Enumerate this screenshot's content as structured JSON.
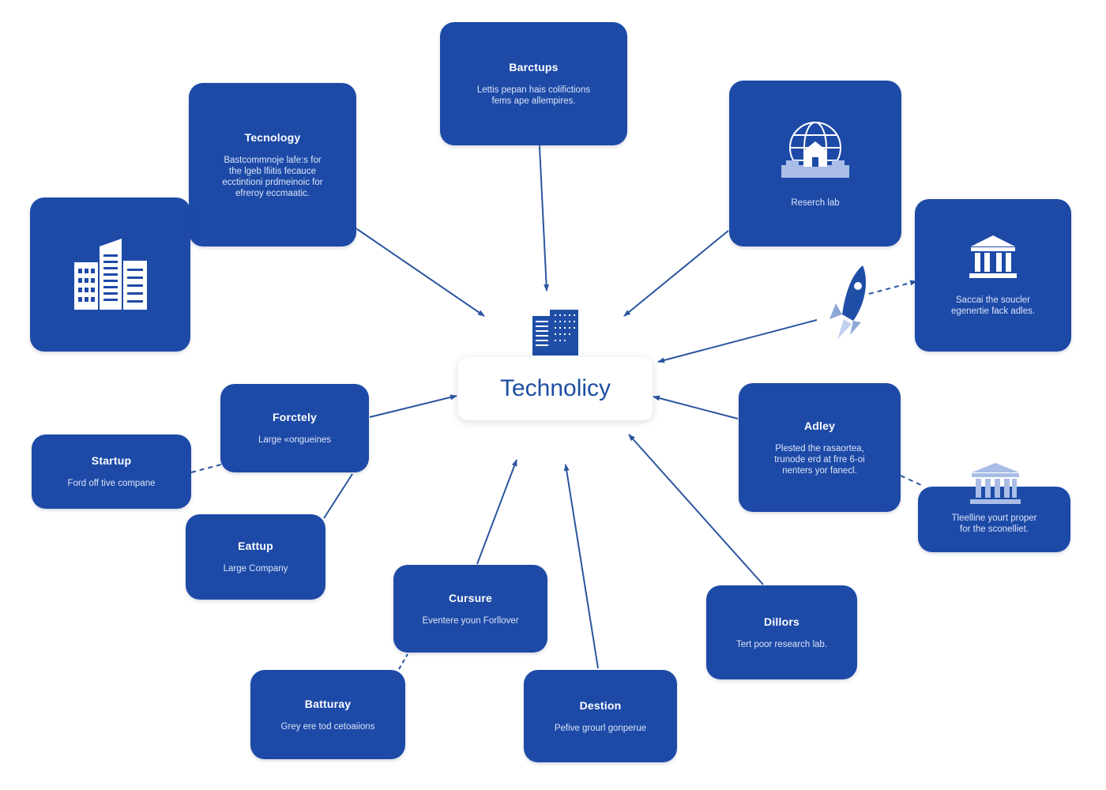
{
  "center": {
    "title": "Technolicy",
    "icon": "server-rack-icon"
  },
  "colors": {
    "node": "#1d4aa7",
    "link": "#2a559f",
    "center_text": "#1e4ea3",
    "icon_light": "#a9bde6"
  },
  "nodes": {
    "barctups": {
      "title": "Barctups",
      "desc": [
        "Lettis pepan hais colifictions",
        "fems ape allempires."
      ]
    },
    "tecnology": {
      "title": "Tecnology",
      "desc": [
        "Bastcommnoje lafe:s for",
        "the lgeb lfiitis fecauce",
        "ecctintioni prdmeinoic for",
        "efreroy eccmaatic."
      ]
    },
    "research_lab": {
      "title": "",
      "desc": [
        "Reserch lab"
      ],
      "icon": "globe-building-icon"
    },
    "buildings": {
      "icon": "office-buildings-icon"
    },
    "saccai": {
      "desc": [
        "Saccai the soucler",
        "egenertie fack adles."
      ],
      "icon": "bank-columns-icon"
    },
    "forctely": {
      "title": "Forctely",
      "desc": [
        "Large «ongueines"
      ]
    },
    "startup": {
      "title": "Startup",
      "desc": [
        "Ford off tive compane"
      ]
    },
    "eattup": {
      "title": "Eattup",
      "desc": [
        "Large Company"
      ]
    },
    "adley": {
      "title": "Adley",
      "desc": [
        "Plested the rasaortea,",
        "trunode erd at frre 6-oi",
        "nenters yor fanecl."
      ]
    },
    "tleelline": {
      "desc": [
        "Tleelline yourt proper",
        "for the sconelliet."
      ],
      "icon": "institution-icon"
    },
    "cursure": {
      "title": "Cursure",
      "desc": [
        "Eventere youn Forllover"
      ]
    },
    "dillors": {
      "title": "Dillors",
      "desc": [
        "Tert poor research lab."
      ]
    },
    "batturay": {
      "title": "Batturay",
      "desc": [
        "Grey ere tod cetoaiions"
      ]
    },
    "destion": {
      "title": "Destion",
      "desc": [
        "Pefive grourl gonperue"
      ]
    }
  },
  "rocket": {
    "icon": "rocket-icon"
  }
}
